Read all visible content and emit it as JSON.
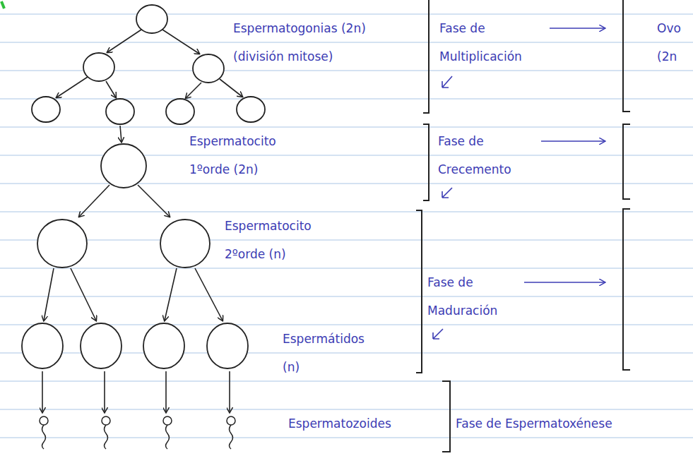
{
  "diagram": {
    "labels": [
      "Espermatogonias (2n)(división mitose)",
      "Fase de Multiplicación",
      "Ovo (2n",
      "Espermatocito 1ºorde (2n)",
      "Fase de Crecemento",
      "Espermatocito 2ºorde (n)",
      "Fase de Maduración",
      "Espermátidos (n)",
      "Espermatozoides",
      "Fase de Espermatoxénese"
    ]
  }
}
